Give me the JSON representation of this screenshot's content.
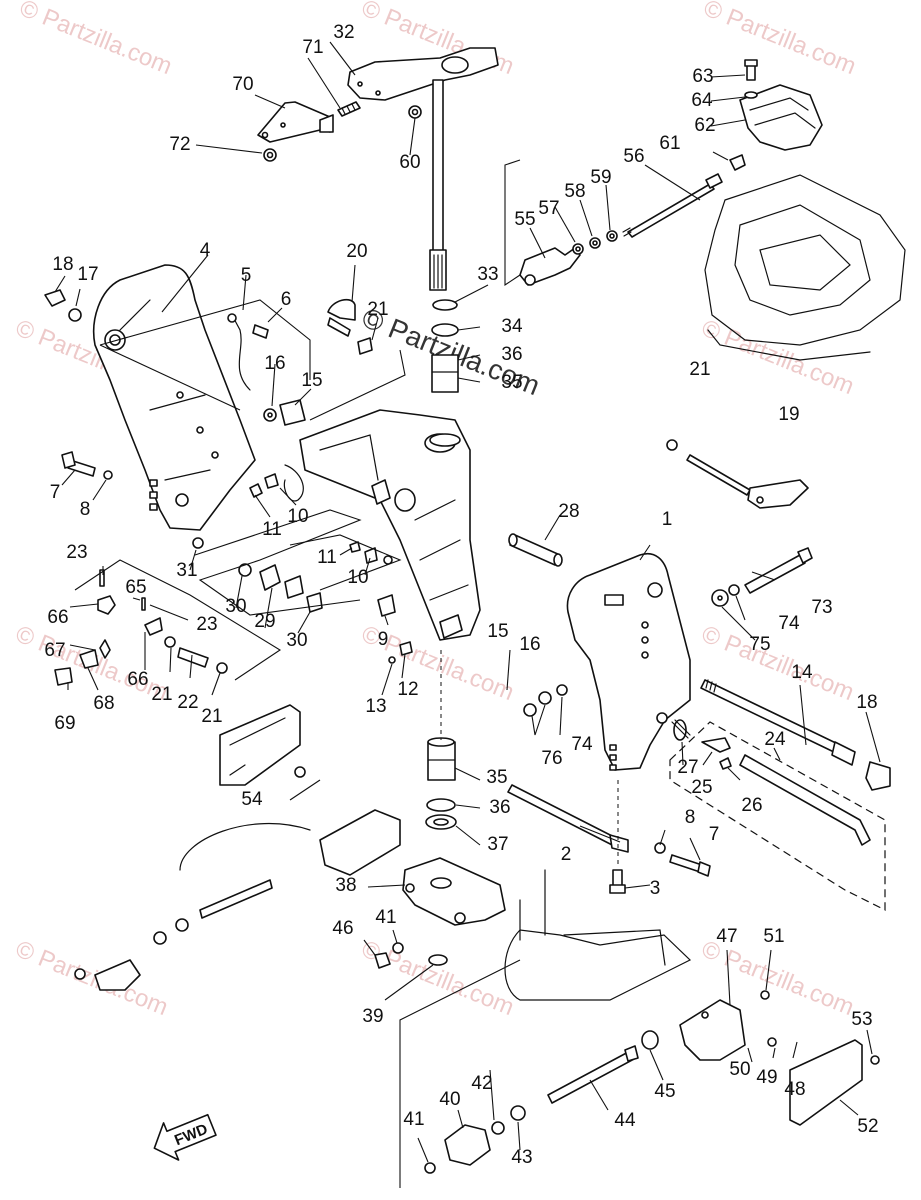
{
  "diagram": {
    "type": "exploded-parts-diagram",
    "subject": "Outboard bracket / steering assembly",
    "direction_marker": "FWD",
    "watermark_text": "© Partzilla.com",
    "watermark_color": "#e8b8b8",
    "line_color": "#111111"
  },
  "callouts": [
    {
      "id": "c1",
      "label": "1"
    },
    {
      "id": "c2",
      "label": "2"
    },
    {
      "id": "c3",
      "label": "3"
    },
    {
      "id": "c4",
      "label": "4"
    },
    {
      "id": "c5",
      "label": "5"
    },
    {
      "id": "c6",
      "label": "6"
    },
    {
      "id": "c7a",
      "label": "7"
    },
    {
      "id": "c7b",
      "label": "7"
    },
    {
      "id": "c8a",
      "label": "8"
    },
    {
      "id": "c8b",
      "label": "8"
    },
    {
      "id": "c9",
      "label": "9"
    },
    {
      "id": "c10a",
      "label": "10"
    },
    {
      "id": "c10b",
      "label": "10"
    },
    {
      "id": "c11a",
      "label": "11"
    },
    {
      "id": "c11b",
      "label": "11"
    },
    {
      "id": "c12",
      "label": "12"
    },
    {
      "id": "c13",
      "label": "13"
    },
    {
      "id": "c14",
      "label": "14"
    },
    {
      "id": "c15a",
      "label": "15"
    },
    {
      "id": "c15b",
      "label": "15"
    },
    {
      "id": "c16a",
      "label": "16"
    },
    {
      "id": "c16b",
      "label": "16"
    },
    {
      "id": "c17",
      "label": "17"
    },
    {
      "id": "c18a",
      "label": "18"
    },
    {
      "id": "c18b",
      "label": "18"
    },
    {
      "id": "c19",
      "label": "19"
    },
    {
      "id": "c20",
      "label": "20"
    },
    {
      "id": "c21a",
      "label": "21"
    },
    {
      "id": "c21b",
      "label": "21"
    },
    {
      "id": "c21c",
      "label": "21"
    },
    {
      "id": "c21d",
      "label": "21"
    },
    {
      "id": "c22",
      "label": "22"
    },
    {
      "id": "c23a",
      "label": "23"
    },
    {
      "id": "c23b",
      "label": "23"
    },
    {
      "id": "c24",
      "label": "24"
    },
    {
      "id": "c25",
      "label": "25"
    },
    {
      "id": "c26",
      "label": "26"
    },
    {
      "id": "c27",
      "label": "27"
    },
    {
      "id": "c28",
      "label": "28"
    },
    {
      "id": "c29",
      "label": "29"
    },
    {
      "id": "c30a",
      "label": "30"
    },
    {
      "id": "c30b",
      "label": "30"
    },
    {
      "id": "c31",
      "label": "31"
    },
    {
      "id": "c32",
      "label": "32"
    },
    {
      "id": "c33",
      "label": "33"
    },
    {
      "id": "c34",
      "label": "34"
    },
    {
      "id": "c35a",
      "label": "35"
    },
    {
      "id": "c35b",
      "label": "35"
    },
    {
      "id": "c36a",
      "label": "36"
    },
    {
      "id": "c36b",
      "label": "36"
    },
    {
      "id": "c37",
      "label": "37"
    },
    {
      "id": "c38",
      "label": "38"
    },
    {
      "id": "c39",
      "label": "39"
    },
    {
      "id": "c40",
      "label": "40"
    },
    {
      "id": "c41a",
      "label": "41"
    },
    {
      "id": "c41b",
      "label": "41"
    },
    {
      "id": "c42",
      "label": "42"
    },
    {
      "id": "c43",
      "label": "43"
    },
    {
      "id": "c44",
      "label": "44"
    },
    {
      "id": "c45",
      "label": "45"
    },
    {
      "id": "c46",
      "label": "46"
    },
    {
      "id": "c47",
      "label": "47"
    },
    {
      "id": "c48",
      "label": "48"
    },
    {
      "id": "c49",
      "label": "49"
    },
    {
      "id": "c50",
      "label": "50"
    },
    {
      "id": "c51",
      "label": "51"
    },
    {
      "id": "c52",
      "label": "52"
    },
    {
      "id": "c53",
      "label": "53"
    },
    {
      "id": "c54",
      "label": "54"
    },
    {
      "id": "c55",
      "label": "55"
    },
    {
      "id": "c56",
      "label": "56"
    },
    {
      "id": "c57",
      "label": "57"
    },
    {
      "id": "c58",
      "label": "58"
    },
    {
      "id": "c59",
      "label": "59"
    },
    {
      "id": "c60",
      "label": "60"
    },
    {
      "id": "c61",
      "label": "61"
    },
    {
      "id": "c62",
      "label": "62"
    },
    {
      "id": "c63",
      "label": "63"
    },
    {
      "id": "c64",
      "label": "64"
    },
    {
      "id": "c65",
      "label": "65"
    },
    {
      "id": "c66a",
      "label": "66"
    },
    {
      "id": "c66b",
      "label": "66"
    },
    {
      "id": "c67",
      "label": "67"
    },
    {
      "id": "c68",
      "label": "68"
    },
    {
      "id": "c69",
      "label": "69"
    },
    {
      "id": "c70",
      "label": "70"
    },
    {
      "id": "c71",
      "label": "71"
    },
    {
      "id": "c72",
      "label": "72"
    },
    {
      "id": "c73",
      "label": "73"
    },
    {
      "id": "c74a",
      "label": "74"
    },
    {
      "id": "c74b",
      "label": "74"
    },
    {
      "id": "c75",
      "label": "75"
    },
    {
      "id": "c76",
      "label": "76"
    }
  ]
}
